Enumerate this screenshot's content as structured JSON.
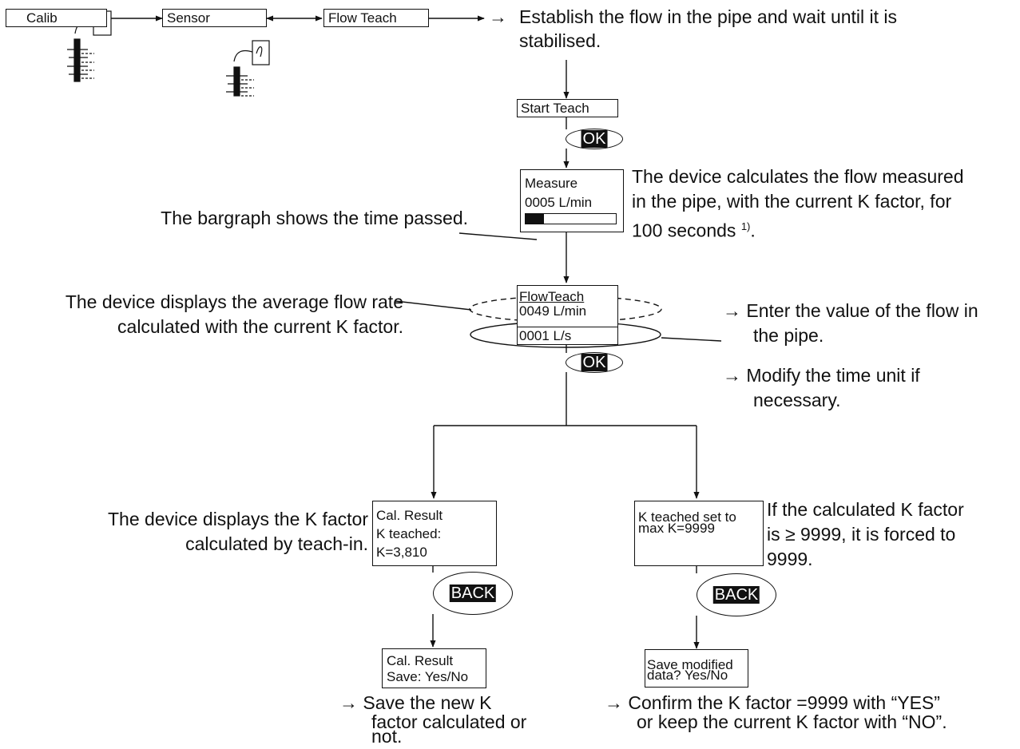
{
  "menu": {
    "calib": "Calib",
    "sensor": "Sensor",
    "flow_teach": "Flow Teach",
    "establish_note": [
      "Establish the flow in the pipe and wait until it is",
      "stabilised."
    ]
  },
  "start_teach": {
    "screen": "Start Teach",
    "ok_label": "OK"
  },
  "measure": {
    "lines": [
      "Measure",
      "0005 L/min"
    ],
    "progress_fraction": 0.2,
    "bargraph_note": "The bargraph shows the time passed.",
    "calc_note": [
      "The device calculates the flow measured",
      "in the pipe, with the current K factor, for",
      "100 seconds"
    ],
    "footnote_mark": "1)",
    "footnote_end": "."
  },
  "flow_teach_screen": {
    "title": "FlowTeach",
    "flow_value": "0049 L/min",
    "unit_value": "0001  L/s",
    "avg_note": [
      "The device displays the average flow rate",
      "calculated with the current K factor."
    ],
    "enter_note": [
      "→ Enter the value of the flow in",
      "the pipe."
    ],
    "modify_note": [
      "→ Modify the time unit if",
      "necessary."
    ],
    "ok_label": "OK"
  },
  "result_left": {
    "lines": [
      "Cal. Result",
      "K teached:",
      "K=3,810"
    ],
    "note": [
      "The device displays the K factor",
      "calculated by teach-in."
    ],
    "back_label": "BACK",
    "save_lines": [
      "Cal. Result",
      "Save: Yes/No"
    ],
    "save_note": [
      "→ Save the new K",
      "factor calculated or",
      "not."
    ]
  },
  "result_right": {
    "lines": [
      "K teached set to",
      "max K=9999"
    ],
    "note": [
      "If the calculated K factor",
      "is ≥ 9999, it is forced to",
      "9999."
    ],
    "back_label": "BACK",
    "save_lines": [
      "Save modified",
      "data? Yes/No"
    ],
    "save_note": [
      "→ Confirm the K factor =9999 with “YES”",
      "or keep the current K factor with “NO”."
    ]
  }
}
